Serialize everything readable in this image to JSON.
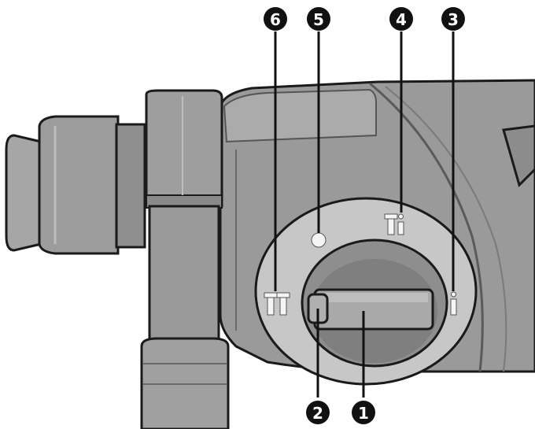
{
  "diagram": {
    "callouts": [
      {
        "id": "1",
        "label": "1",
        "target": "mode-selector-knob"
      },
      {
        "id": "2",
        "label": "2",
        "target": "lock-release-button"
      },
      {
        "id": "3",
        "label": "3",
        "target": "hammer-drilling-mode-symbol"
      },
      {
        "id": "4",
        "label": "4",
        "target": "drilling-no-impact-mode-symbol"
      },
      {
        "id": "5",
        "label": "5",
        "target": "neutral-position-symbol"
      },
      {
        "id": "6",
        "label": "6",
        "target": "chiselling-mode-symbol"
      }
    ]
  },
  "colors": {
    "body": "#9a9a9a",
    "body_dark": "#7d7d7d",
    "body_light": "#b5b5b5",
    "dial_ring": "#c7c7c7",
    "outline": "#1a1a1a",
    "callout_fill": "#111111",
    "callout_text": "#ffffff",
    "symbol": "#f5f5f5"
  }
}
